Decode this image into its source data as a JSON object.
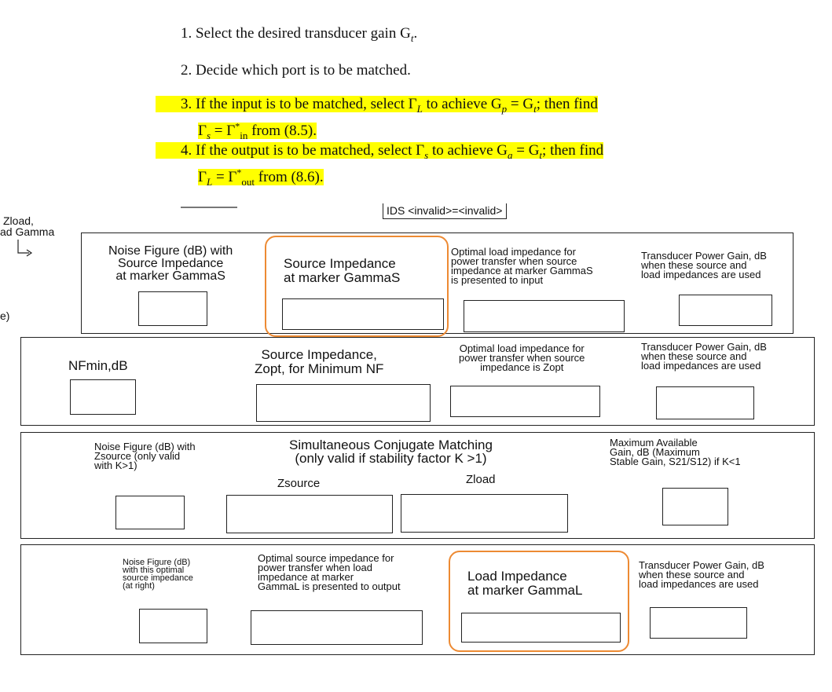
{
  "steps": [
    {
      "num": "1.",
      "text": "Select the desired transducer gain G",
      "sub": "t",
      "tail": ".",
      "highlight": false
    },
    {
      "num": "2.",
      "text": "Decide which port is to be matched.",
      "highlight": false
    },
    {
      "num": "3.",
      "line1": "If the input is to be matched, select Γ",
      "l1sub": "L",
      "line1b": " to achieve G",
      "l1sub2": "p",
      "line1c": " = G",
      "l1sub3": "t",
      "line1d": "; then find",
      "line2a": "Γ",
      "l2sub": "s",
      "line2b": " = Γ",
      "l2sup": "*",
      "l2sub2": "in",
      "line2c": " from (8.5).",
      "highlight": true
    },
    {
      "num": "4.",
      "line1": "If the output is to be matched, select Γ",
      "l1sub": "s",
      "line1b": " to achieve G",
      "l1sub2": "a",
      "line1c": " = G",
      "l1sub3": "t",
      "line1d": "; then find",
      "line2a": "Γ",
      "l2sub": "L",
      "line2b": " = Γ",
      "l2sup": "*",
      "l2sub2": "out",
      "line2c": " from (8.6).",
      "highlight": true
    }
  ],
  "ids_text": "IDS <invalid>=<invalid>",
  "left_labels": {
    "zload": "Zload,",
    "gamma": "ad Gamma",
    "paren": "e)"
  },
  "panel1": {
    "noise": "Noise Figure (dB) with\nSource Impedance\nat marker GammaS",
    "source": "Source Impedance\nat marker GammaS",
    "optimal": "Optimal load impedance for\npower transfer when source\nimpedance at marker GammaS\nis presented to input",
    "gain": "Transducer Power Gain, dB\nwhen these source and\nload impedances are used"
  },
  "panel2": {
    "nfmin": "NFmin,dB",
    "zopt": "Source Impedance,\nZopt, for Minimum NF",
    "optimal": "Optimal load impedance for\npower transfer when source\nimpedance is Zopt",
    "gain": "Transducer Power Gain, dB\nwhen these source and\nload impedances are used"
  },
  "panel3": {
    "noise": "Noise Figure (dB) with\nZsource (only valid\nwith K>1)",
    "title": "Simultaneous Conjugate Matching\n(only valid if stability factor K >1)",
    "zsource": "Zsource",
    "zload": "Zload",
    "mag": "Maximum Available\nGain, dB (Maximum\nStable Gain, S21/S12) if K<1"
  },
  "panel4": {
    "noise": "Noise Figure (dB)\nwith this optimal\nsource impedance\n(at right)",
    "optimal": "Optimal source impedance for\npower transfer when load\nimpedance at marker\nGammaL is presented to output",
    "load": "Load Impedance\nat marker GammaL",
    "gain": "Transducer Power Gain, dB\nwhen these source and\nload impedances are used"
  },
  "colors": {
    "highlight": "#ffff00",
    "accent": "#ed8a33"
  },
  "icons": [
    "corner-arrow-icon"
  ]
}
